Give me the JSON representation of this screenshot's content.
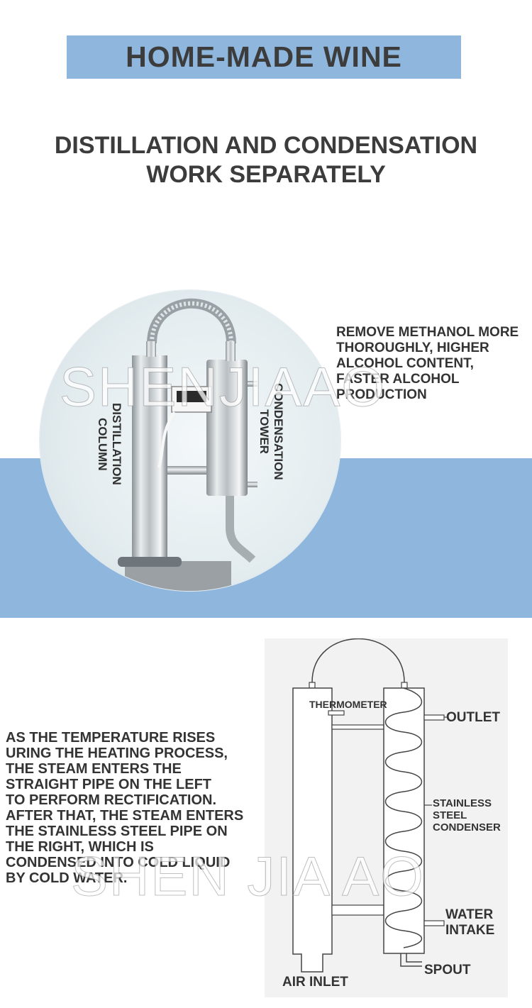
{
  "header": {
    "title": "HOME-MADE WINE"
  },
  "subtitle": "DISTILLATION AND CONDENSATION\nWORK SEPARATELY",
  "photo": {
    "label_left": "DISTILLATION\nCOLUMN",
    "label_right": "CONDENSATION\nTOWER"
  },
  "benefit_text": "REMOVE METHANOL MORE\nTHOROUGHLY, HIGHER\nALCOHOL CONTENT,\nFASTER ALCOHOL\nPRODUCTION",
  "watermark_top": "SHENJIAAO",
  "watermark_bottom": "SHEN JIA AO",
  "process_text": "AS THE TEMPERATURE RISES\nURING THE HEATING PROCESS,\nTHE STEAM ENTERS THE\nSTRAIGHT PIPE ON THE LEFT\nTO PERFORM RECTIFICATION.\nAFTER THAT, THE STEAM ENTERS\nTHE STAINLESS STEEL PIPE ON\nTHE RIGHT, WHICH IS\nCONDENSED INTO COLD LIQUID\nBY COLD WATER.",
  "diagram": {
    "thermometer": "THERMOMETER",
    "outlet": "OUTLET",
    "condenser": "STAINLESS\nSTEEL\nCONDENSER",
    "water_intake": "WATER\nINTAKE",
    "spout": "SPOUT",
    "air_inlet": "AIR INLET"
  },
  "colors": {
    "accent": "#8fb7de",
    "text": "#3c3c3c"
  }
}
